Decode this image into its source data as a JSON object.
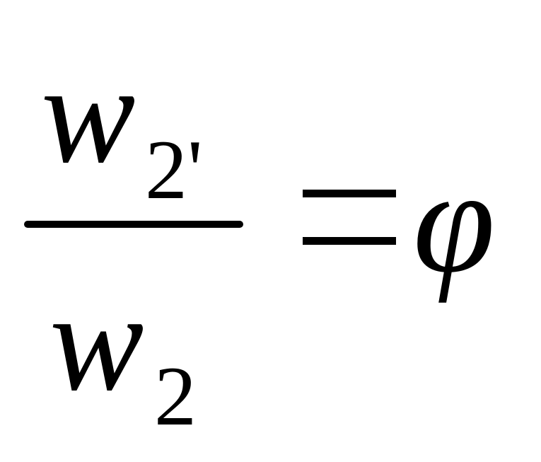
{
  "formula": {
    "numerator": {
      "variable": "w",
      "subscript": "2'"
    },
    "denominator": {
      "variable": "w",
      "subscript": "2"
    },
    "relation": "=",
    "result": "φ"
  }
}
